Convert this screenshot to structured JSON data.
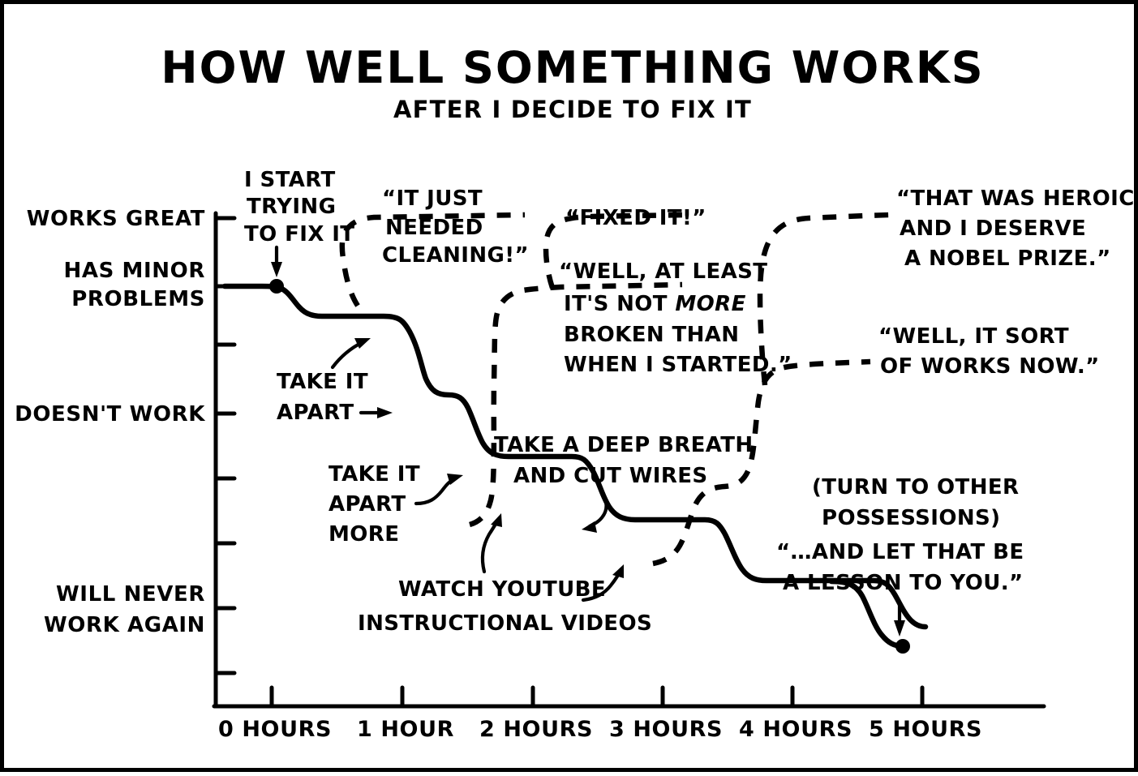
{
  "chart_data": {
    "type": "line",
    "title": "HOW WELL SOMETHING WORKS",
    "subtitle": "AFTER I DECIDE TO FIX IT",
    "xlabel": "",
    "ylabel": "",
    "grid": false,
    "legend": "none",
    "xlim": [
      -0.25,
      5.55
    ],
    "ylim": [
      0,
      8
    ],
    "x_tick_labels": [
      "0 HOURS",
      "1 HOUR",
      "2 HOURS",
      "3 HOURS",
      "4 HOURS",
      "5 HOURS"
    ],
    "x_tick_values": [
      0,
      1,
      2,
      3,
      4,
      5
    ],
    "y_tick_labels": [
      "WORKS GREAT",
      "HAS MINOR PROBLEMS",
      "",
      "DOESN'T WORK",
      "",
      "",
      "WILL NEVER WORK AGAIN",
      ""
    ],
    "y_tick_values": [
      7,
      6,
      5,
      4,
      3,
      2,
      1.2,
      0.4
    ],
    "series": [
      {
        "name": "actual-outcome",
        "style": "solid",
        "description": "Monotonically declining step curve from HAS MINOR PROBLEMS down to below WILL NEVER WORK AGAIN",
        "points": [
          {
            "x": -0.25,
            "y": 6.0
          },
          {
            "x": 0.3,
            "y": 6.0
          },
          {
            "x": 0.55,
            "y": 5.55
          },
          {
            "x": 0.95,
            "y": 5.45
          },
          {
            "x": 1.18,
            "y": 4.3
          },
          {
            "x": 1.33,
            "y": 4.05
          },
          {
            "x": 1.45,
            "y": 3.05
          },
          {
            "x": 1.8,
            "y": 2.8
          },
          {
            "x": 2.45,
            "y": 2.75
          },
          {
            "x": 2.7,
            "y": 2.05
          },
          {
            "x": 3.05,
            "y": 1.92
          },
          {
            "x": 3.45,
            "y": 1.88
          },
          {
            "x": 3.72,
            "y": 1.28
          },
          {
            "x": 4.55,
            "y": 1.22
          },
          {
            "x": 4.9,
            "y": 0.88
          },
          {
            "x": 5.0,
            "y": 0.85
          }
        ]
      },
      {
        "name": "optimistic-branch-1",
        "style": "dashed",
        "label": "“IT JUST NEEDED CLEANING!”",
        "points": [
          [
            0.52,
            5.58
          ],
          [
            0.62,
            6.6
          ],
          [
            0.72,
            7.05
          ],
          [
            0.95,
            7.2
          ],
          [
            1.3,
            7.22
          ]
        ]
      },
      {
        "name": "optimistic-branch-2",
        "style": "dashed",
        "label": "“FIXED IT!” / “WELL, AT LEAST IT'S NOT MORE BROKEN THAN WHEN I STARTED.”",
        "points": [
          [
            1.72,
            2.8
          ],
          [
            1.95,
            3.6
          ],
          [
            2.02,
            5.6
          ],
          [
            2.12,
            6.0
          ],
          [
            2.4,
            6.08
          ],
          [
            2.62,
            6.1
          ],
          [
            2.72,
            6.6
          ],
          [
            2.82,
            7.1
          ],
          [
            3.02,
            7.25
          ],
          [
            3.3,
            7.26
          ]
        ]
      },
      {
        "name": "optimistic-branch-3",
        "style": "dashed",
        "label": "“THAT WAS HEROIC AND I DESERVE A NOBEL PRIZE.” / “WELL, IT SORT OF WORKS NOW.”",
        "points": [
          [
            3.42,
            1.9
          ],
          [
            3.72,
            2.15
          ],
          [
            3.86,
            2.95
          ],
          [
            4.0,
            3.25
          ],
          [
            4.18,
            3.4
          ],
          [
            4.3,
            4.2
          ],
          [
            4.42,
            4.65
          ],
          [
            4.72,
            4.78
          ],
          [
            4.9,
            4.8
          ],
          [
            5.02,
            5.7
          ],
          [
            5.12,
            7.05
          ],
          [
            5.3,
            7.3
          ],
          [
            5.6,
            7.32
          ]
        ]
      }
    ],
    "markers": [
      {
        "name": "start-point",
        "x": 0.0,
        "y": 6.0
      },
      {
        "name": "end-point",
        "x": 5.0,
        "y": 0.85
      }
    ],
    "annotations": [
      {
        "name": "annotation-start-trying",
        "lines": [
          "I START",
          "TRYING",
          "TO FIX IT"
        ],
        "pointer": "arrow-down"
      },
      {
        "name": "annotation-just-cleaning",
        "lines": [
          "“IT JUST",
          "NEEDED",
          "CLEANING!”"
        ],
        "pointer": "none"
      },
      {
        "name": "annotation-fixed-it",
        "lines": [
          "“FIXED IT!”"
        ],
        "pointer": "none"
      },
      {
        "name": "annotation-not-more-broken",
        "lines": [
          "“WELL, AT LEAST",
          "IT'S NOT MORE",
          "BROKEN THAN",
          "WHEN I STARTED.”"
        ],
        "italic_word": "MORE",
        "pointer": "none"
      },
      {
        "name": "annotation-heroic-nobel",
        "lines": [
          "“THAT WAS HEROIC",
          "AND I DESERVE",
          "A NOBEL PRIZE.”"
        ],
        "pointer": "none"
      },
      {
        "name": "annotation-sort-of-works",
        "lines": [
          "“WELL, IT SORT",
          "OF WORKS NOW.”"
        ],
        "pointer": "none"
      },
      {
        "name": "annotation-take-it-apart",
        "lines": [
          "TAKE IT",
          "APART"
        ],
        "pointer": "arrows-right"
      },
      {
        "name": "annotation-take-it-apart-more",
        "lines": [
          "TAKE IT",
          "APART",
          "MORE"
        ],
        "pointer": "arrow-curve-right"
      },
      {
        "name": "annotation-deep-breath",
        "lines": [
          "TAKE A DEEP BREATH",
          "AND CUT WIRES"
        ],
        "pointer": "arrow-curve-down-left"
      },
      {
        "name": "annotation-youtube-videos",
        "lines": [
          "WATCH YOUTUBE",
          "INSTRUCTIONAL VIDEOS"
        ],
        "pointer": "arrows-up"
      },
      {
        "name": "annotation-lesson-to-you",
        "lines": [
          "(TURN TO OTHER",
          "POSSESSIONS)",
          "“…AND LET THAT BE",
          "A LESSON TO YOU.”"
        ],
        "pointer": "arrow-down"
      }
    ],
    "colors": {
      "line": "#000000",
      "background": "#ffffff",
      "text": "#000000"
    }
  },
  "labels": {
    "title": "HOW WELL SOMETHING WORKS",
    "subtitle": "AFTER I DECIDE TO FIX IT",
    "y0": "WORKS GREAT",
    "y1a": "HAS MINOR",
    "y1b": "PROBLEMS",
    "y2": "DOESN'T WORK",
    "y3a": "WILL NEVER",
    "y3b": "WORK AGAIN",
    "x0": "0 HOURS",
    "x1": "1 HOUR",
    "x2": "2 HOURS",
    "x3": "3 HOURS",
    "x4": "4 HOURS",
    "x5": "5 HOURS",
    "n1l1": "I START",
    "n1l2": "TRYING",
    "n1l3": "TO FIX IT",
    "n2l1": "“IT JUST",
    "n2l2": "NEEDED",
    "n2l3": "CLEANING!”",
    "n3l1": "“FIXED IT!”",
    "n4l1": "“WELL, AT LEAST",
    "n4l2a": "IT'S NOT ",
    "n4l2b": "MORE",
    "n4l3": "BROKEN THAN",
    "n4l4": "WHEN I STARTED.”",
    "n5l1": "“THAT WAS HEROIC",
    "n5l2": "AND I DESERVE",
    "n5l3": "A NOBEL PRIZE.”",
    "n6l1": "“WELL, IT SORT",
    "n6l2": "OF WORKS NOW.”",
    "n7l1": "TAKE IT",
    "n7l2": "APART",
    "n8l1": "TAKE IT",
    "n8l2": "APART",
    "n8l3": "MORE",
    "n9l1": "TAKE A DEEP BREATH",
    "n9l2": "AND CUT WIRES",
    "n10l1": "WATCH YOUTUBE",
    "n10l2": "INSTRUCTIONAL VIDEOS",
    "n11l1": "(TURN TO OTHER",
    "n11l2": "POSSESSIONS)",
    "n11l3": "“…AND LET THAT BE",
    "n11l4": "A LESSON TO YOU.”"
  }
}
